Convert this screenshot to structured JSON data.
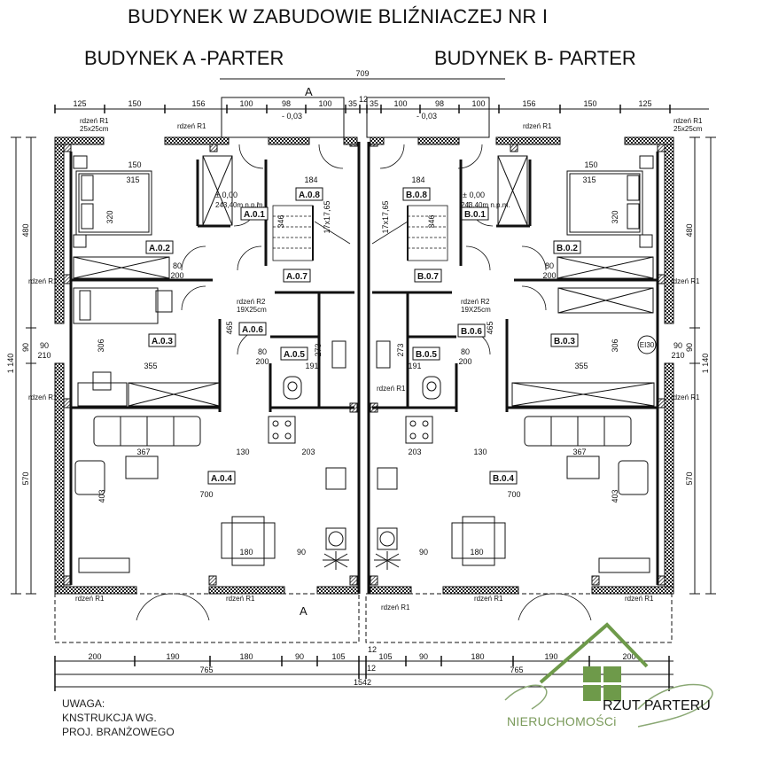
{
  "titles": {
    "main": "BUDYNEK W ZABUDOWIE BLIŹNIACZEJ NR I",
    "building_a": "BUDYNEK A -PARTER",
    "building_b": "BUDYNEK B- PARTER",
    "drawing": "RZUT PARTERU"
  },
  "note": {
    "line1": "UWAGA:",
    "line2": "KNSTRUKCJA WG.",
    "line3": "PROJ. BRANŻOWEGO"
  },
  "logo": {
    "brand": "NIERUCHOMOŚCi",
    "color": "#6e9a4a"
  },
  "dimensions": {
    "top_overall": "709",
    "top_left": [
      "125",
      "150",
      "156",
      "100",
      "98",
      "100",
      "35"
    ],
    "top_right": [
      "35",
      "100",
      "98",
      "100",
      "156",
      "150",
      "125"
    ],
    "top_center": "12",
    "bottom_chain_left": [
      "200",
      "190",
      "180",
      "90",
      "105"
    ],
    "bottom_chain_right": [
      "105",
      "90",
      "180",
      "190",
      "200"
    ],
    "bottom_mid": "12",
    "bottom_subtotal_left": "765",
    "bottom_subtotal_right": "765",
    "bottom_overall": "1542",
    "left_side": [
      "480",
      "90",
      "570"
    ],
    "left_total": "1 140",
    "right_side": [
      "480",
      "90",
      "570"
    ],
    "right_total": "1 140"
  },
  "levels": {
    "entry": "- 0,03",
    "floor": "± 0,00",
    "elevation": "243,40m n.p.m."
  },
  "section_marker": "A",
  "columns": {
    "r1": "rdzeń R1",
    "r1_size": "25x25cm",
    "r2": "rdzeń R2",
    "r2_size": "19X25cm"
  },
  "rooms_a": [
    {
      "id": "A.0.1"
    },
    {
      "id": "A.0.2"
    },
    {
      "id": "A.0.3"
    },
    {
      "id": "A.0.4"
    },
    {
      "id": "A.0.5"
    },
    {
      "id": "A.0.6"
    },
    {
      "id": "A.0.7"
    },
    {
      "id": "A.0.8"
    }
  ],
  "rooms_b": [
    {
      "id": "B.0.1"
    },
    {
      "id": "B.0.2"
    },
    {
      "id": "B.0.3"
    },
    {
      "id": "B.0.4"
    },
    {
      "id": "B.0.5"
    },
    {
      "id": "B.0.6"
    },
    {
      "id": "B.0.7"
    },
    {
      "id": "B.0.8"
    }
  ],
  "interior_dims": {
    "bedroom_w": "315",
    "bedroom_h": "320",
    "bedroom_top": "150",
    "room3_w": "355",
    "room3_h": "306",
    "living_w": "700",
    "living_h": "403",
    "sofa_dim": "367",
    "living_mid": "130",
    "kitchen": "203",
    "bath_w": "191",
    "bath_h": "273",
    "hall_h": "465",
    "stair_total": "184",
    "stair_steps": "17x17,65",
    "stair_h": "346",
    "stair_w": "90",
    "door": "80",
    "door_h": "200",
    "window": "90",
    "window_h": "210",
    "dining": "180",
    "fire_door": "EI30"
  }
}
